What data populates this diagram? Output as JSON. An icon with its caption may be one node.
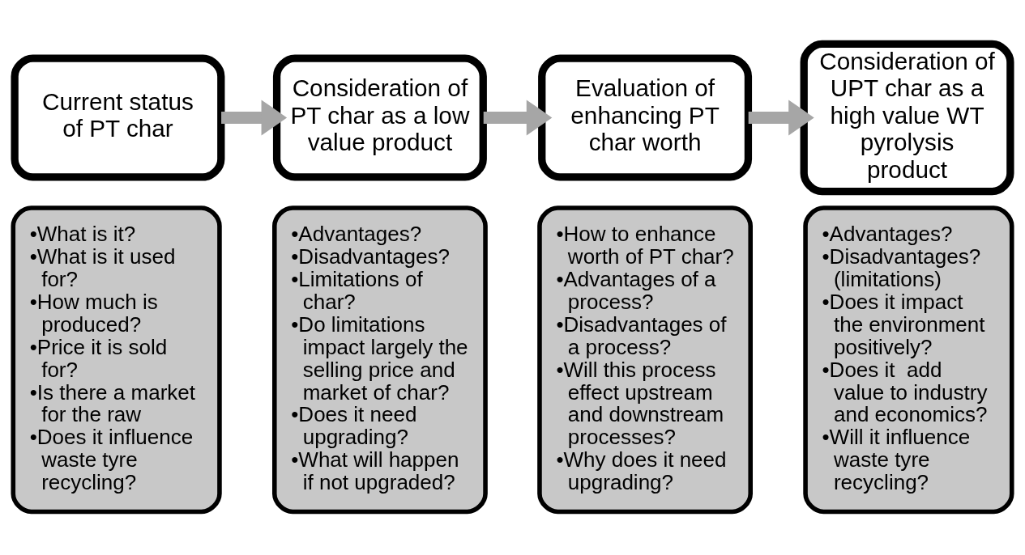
{
  "diagram": {
    "nodes": [
      {
        "text": [
          "Current status of PT char"
        ]
      },
      {
        "text": [
          "•What is it?",
          "•What is it used for?",
          "•How much is produced?",
          "•Price it is sold for?",
          "•Is there a market for the raw",
          "•Does it influence waste tyre recycling?"
        ]
      },
      {
        "text": [
          "Consideration of PT char as a low value product"
        ]
      },
      {
        "text": [
          "•Advantages?",
          "•Disadvantages?",
          "•Limitations of char?",
          "•Do limitations impact largely the selling price and market of char?",
          "•Does it need upgrading?",
          "•What will happen if not upgraded?"
        ]
      },
      {
        "text": [
          "Evaluation of enhancing PT char worth"
        ]
      },
      {
        "text": [
          "•How to enhance worth of PT char?",
          "•Advantages of a process?",
          "•Disadvantages of a process?",
          "•Will this process effect upstream and downstream processes?",
          "•Why does it need upgrading?"
        ]
      },
      {
        "text": [
          "Consideration of UPT char as a high value WT pyrolysis product"
        ]
      },
      {
        "text": [
          "•Advantages?",
          "•Disadvantages? (limitations)",
          "•Does it impact the environment positively?",
          "•Does it  add value to industry and economics?",
          "•Will it influence waste tyre recycling?"
        ]
      }
    ],
    "edges": [
      {
        "from": 0,
        "to": 2,
        "arrow": "to"
      },
      {
        "from": 2,
        "to": 4,
        "arrow": "to"
      },
      {
        "from": 4,
        "to": 6,
        "arrow": "to"
      }
    ]
  }
}
